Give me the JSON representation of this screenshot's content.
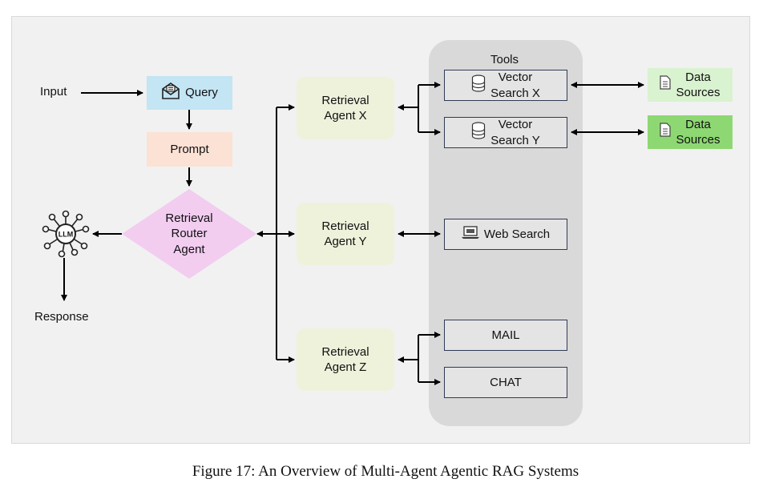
{
  "input_label": "Input",
  "query_label": "Query",
  "prompt_label": "Prompt",
  "router": {
    "line1": "Retrieval",
    "line2": "Router",
    "line3": "Agent"
  },
  "llm_label": "LLM",
  "response_label": "Response",
  "agents": [
    {
      "line1": "Retrieval",
      "line2": "Agent X"
    },
    {
      "line1": "Retrieval",
      "line2": "Agent Y"
    },
    {
      "line1": "Retrieval",
      "line2": "Agent Z"
    }
  ],
  "tools_title": "Tools",
  "tools": {
    "vector_x": {
      "line1": "Vector",
      "line2": "Search X"
    },
    "vector_y": {
      "line1": "Vector",
      "line2": "Search Y"
    },
    "web": "Web Search",
    "mail": "MAIL",
    "chat": "CHAT"
  },
  "data_sources": [
    {
      "line1": "Data",
      "line2": "Sources",
      "color": "#d9f2d0"
    },
    {
      "line1": "Data",
      "line2": "Sources",
      "color": "#8dd872"
    }
  ],
  "colors": {
    "query": "#c3e5f4",
    "prompt": "#fbe2d5",
    "router": "#f2cdf0",
    "agent": "#eef2db"
  },
  "caption": "Figure 17: An Overview of Multi-Agent Agentic RAG Systems"
}
